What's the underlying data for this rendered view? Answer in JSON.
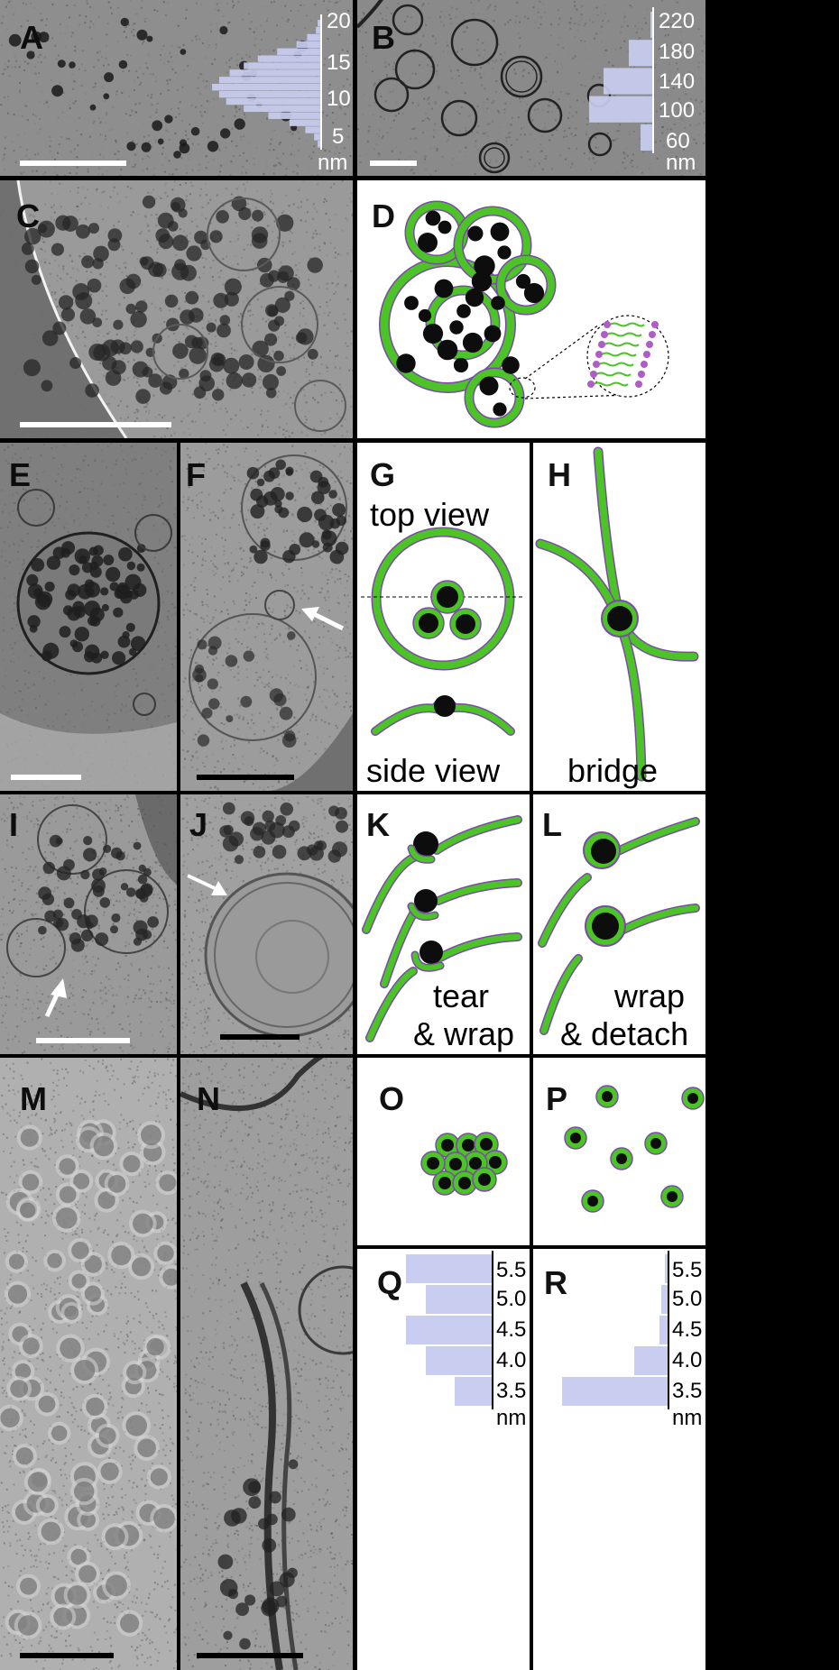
{
  "panels": {
    "A": {
      "label": "A",
      "hist": {
        "ticks": [
          "20",
          "15",
          "10",
          "5"
        ],
        "unit": "nm",
        "bins": [
          2,
          3,
          8,
          14,
          25,
          36,
          44,
          52,
          58,
          62,
          58,
          54,
          44,
          30,
          18,
          9,
          4,
          2
        ]
      }
    },
    "B": {
      "label": "B",
      "hist": {
        "ticks": [
          "220",
          "180",
          "140",
          "100",
          "60"
        ],
        "unit": "nm",
        "bins": [
          3,
          27,
          55,
          71,
          14
        ]
      }
    },
    "C": {
      "label": "C"
    },
    "D": {
      "label": "D"
    },
    "E": {
      "label": "E"
    },
    "F": {
      "label": "F"
    },
    "G": {
      "label": "G",
      "top_text": "top view",
      "bottom_text": "side view"
    },
    "H": {
      "label": "H",
      "bottom_text": "bridge"
    },
    "I": {
      "label": "I"
    },
    "J": {
      "label": "J"
    },
    "K": {
      "label": "K",
      "text_line1": "tear",
      "text_line2": "& wrap"
    },
    "L": {
      "label": "L",
      "text_line1": "wrap",
      "text_line2": "& detach"
    },
    "M": {
      "label": "M"
    },
    "N": {
      "label": "N"
    },
    "O": {
      "label": "O"
    },
    "P": {
      "label": "P"
    },
    "Q": {
      "label": "Q",
      "hist": {
        "ticks": [
          "5.5",
          "5.0",
          "4.5",
          "4.0",
          "3.5"
        ],
        "unit": "nm",
        "values": [
          96,
          74,
          96,
          74,
          42
        ]
      }
    },
    "R": {
      "label": "R",
      "hist": {
        "ticks": [
          "5.5",
          "5.0",
          "4.5",
          "4.0",
          "3.5"
        ],
        "unit": "nm",
        "values": [
          4,
          8,
          10,
          38,
          118
        ]
      }
    }
  },
  "colors": {
    "membrane_green": "#4cc326",
    "membrane_purple": "#7b4aa8",
    "lipid_head": "#b05cc8",
    "nanoparticle": "#0d0d0d",
    "histogram_fill": "#c9cdf0"
  }
}
